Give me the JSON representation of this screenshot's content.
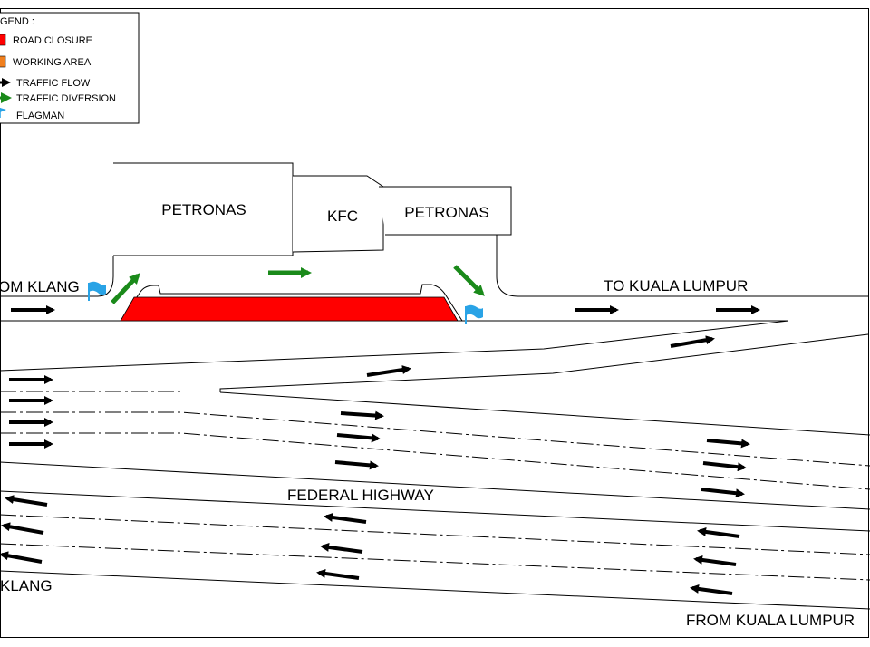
{
  "legend": {
    "title": "GEND :",
    "items": [
      {
        "label": "ROAD CLOSURE",
        "symbol": "red-box",
        "color": "#ff0000"
      },
      {
        "label": "WORKING AREA",
        "symbol": "orange-box",
        "color": "#f07f1e"
      },
      {
        "label": "TRAFFIC FLOW",
        "symbol": "black-arrow",
        "color": "#000000"
      },
      {
        "label": "TRAFFIC DIVERSION",
        "symbol": "green-arrow",
        "color": "#1a8a1a"
      },
      {
        "label": "FLAGMAN",
        "symbol": "blue-flag",
        "color": "#29a3e6"
      }
    ]
  },
  "buildings": {
    "petronas_1": "PETRONAS",
    "kfc": "KFC",
    "petronas_2": "PETRONAS"
  },
  "roads": {
    "from_klang_top": "OM KLANG",
    "to_kuala_lumpur": "TO KUALA LUMPUR",
    "federal_highway": "FEDERAL HIGHWAY",
    "klang_bottom": "KLANG",
    "from_kuala_lumpur": "FROM KUALA LUMPUR"
  },
  "colors": {
    "closure": "#ff0000",
    "diversion": "#1a8a1a",
    "flag": "#29a3e6",
    "line": "#000000"
  }
}
